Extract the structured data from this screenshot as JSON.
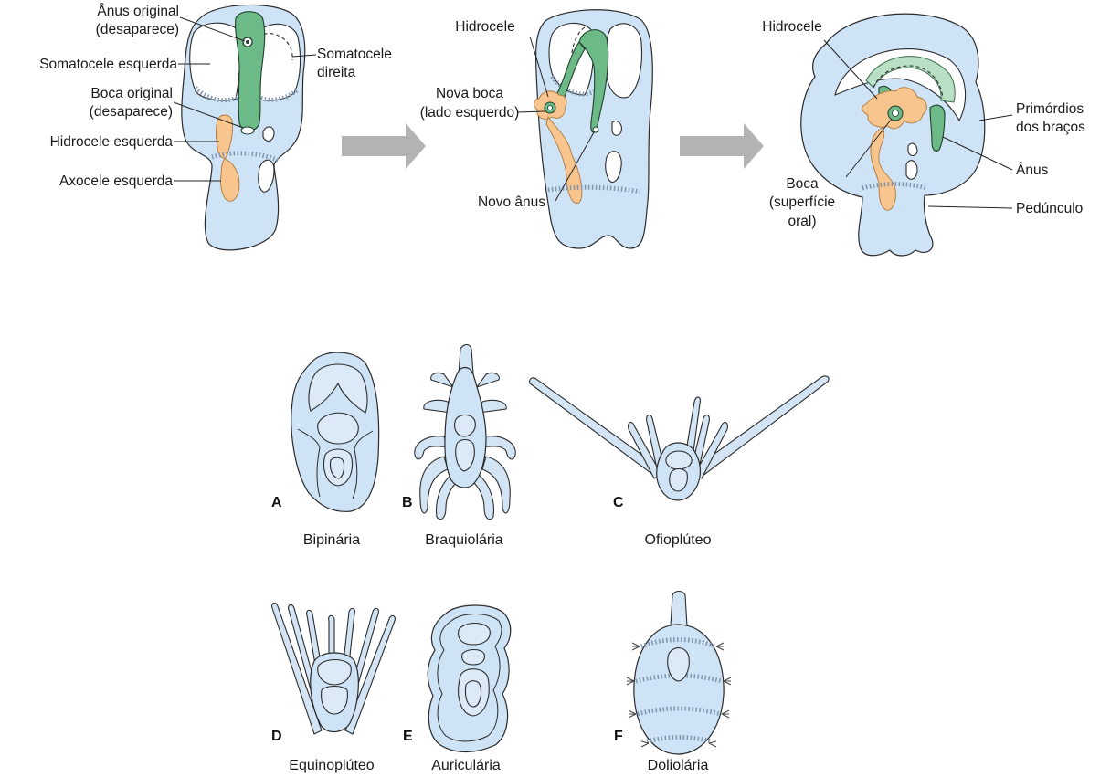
{
  "stage1": {
    "anus_original": [
      "Ânus original",
      "(desaparece)"
    ],
    "somatocele_esquerda": "Somatocele esquerda",
    "somatocele_direita": [
      "Somatocele",
      "direita"
    ],
    "boca_original": [
      "Boca original",
      "(desaparece)"
    ],
    "hidrocele_esquerda": "Hidrocele esquerda",
    "axocele_esquerda": "Axocele esquerda"
  },
  "stage2": {
    "hidrocele": "Hidrocele",
    "nova_boca": [
      "Nova boca",
      "(lado esquerdo)"
    ],
    "novo_anus": "Novo ânus"
  },
  "stage3": {
    "hidrocele": "Hidrocele",
    "primordios": [
      "Primórdios",
      "dos braços"
    ],
    "anus": "Ânus",
    "boca": [
      "Boca",
      "(superfície",
      "oral)"
    ],
    "pedunculo": "Pedúnculo"
  },
  "larvae": [
    {
      "letter": "A",
      "name": "Bipinária"
    },
    {
      "letter": "B",
      "name": "Braquiolária"
    },
    {
      "letter": "C",
      "name": "Ofioplúteo"
    },
    {
      "letter": "D",
      "name": "Equinoplúteo"
    },
    {
      "letter": "E",
      "name": "Auriculária"
    },
    {
      "letter": "F",
      "name": "Doliolária"
    }
  ],
  "colors": {
    "body": "#cfe3f6",
    "coelom_green": "#6cba87",
    "hydrocoel_orange": "#f8c58e",
    "arrow": "#b3b3b3"
  }
}
